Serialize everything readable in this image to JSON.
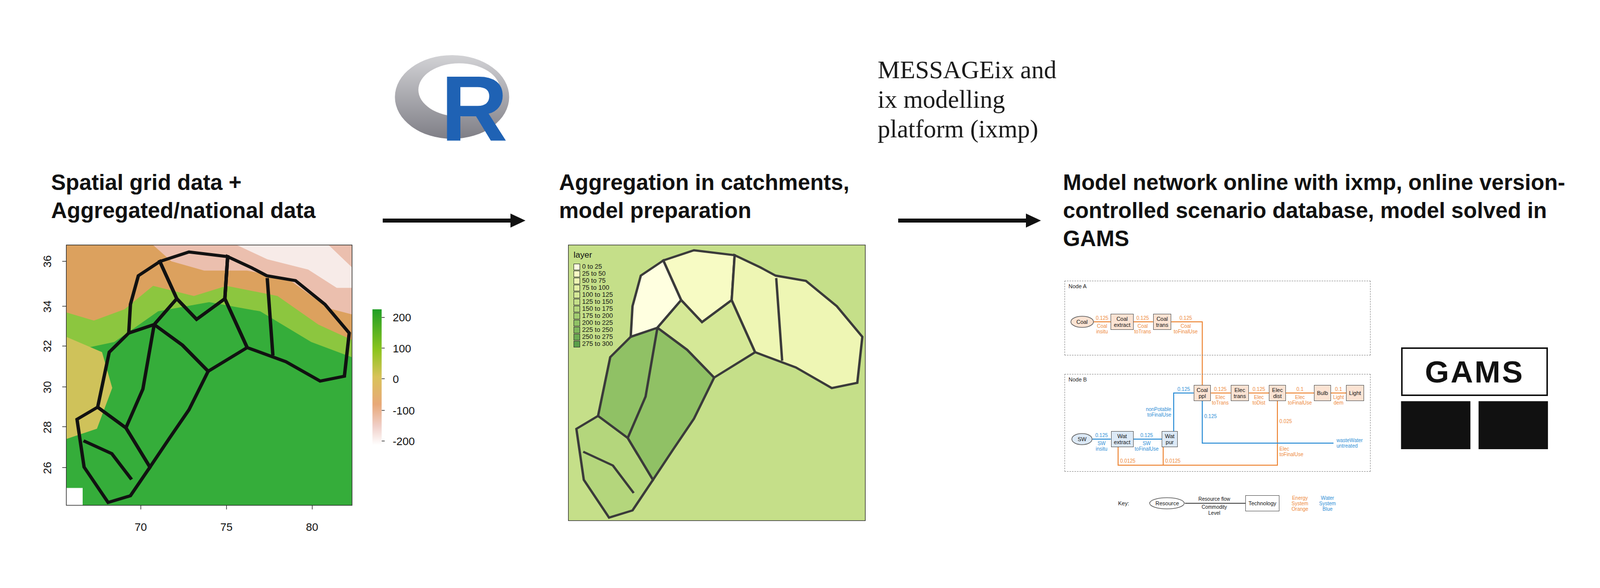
{
  "diagram": {
    "nodes": [
      {
        "text": [
          "Spatial grid data + Aggregated/national data"
        ]
      },
      {
        "text": [
          "Aggregation in catchments, model preparation"
        ]
      },
      {
        "text": [
          "Model network online with ixmp, online version-controlled scenario database, model solved in GAMS"
        ]
      },
      {
        "text": [
          "Node A"
        ],
        "in": 2
      },
      {
        "text": [
          "Coal"
        ],
        "in": 3
      },
      {
        "text": [
          "Coal extract"
        ],
        "in": 3
      },
      {
        "text": [
          "Coal trans"
        ],
        "in": 3
      },
      {
        "text": [
          "Node B"
        ],
        "in": 2
      },
      {
        "text": [
          "Coal ppl"
        ],
        "in": 7
      },
      {
        "text": [
          "Elec trans"
        ],
        "in": 7
      },
      {
        "text": [
          "Elec dist"
        ],
        "in": 7
      },
      {
        "text": [
          "Bulb"
        ],
        "in": 7
      },
      {
        "text": [
          "Light"
        ],
        "in": 7
      },
      {
        "text": [
          "SW"
        ],
        "in": 7
      },
      {
        "text": [
          "Wat extract"
        ],
        "in": 7
      },
      {
        "text": [
          "Wat pur"
        ],
        "in": 7
      },
      {
        "text": [
          "Resource"
        ],
        "in": 2
      },
      {
        "text": [
          "Technology"
        ],
        "in": 2
      },
      {
        "text": [
          "GAMS"
        ],
        "in": 2
      }
    ],
    "edges": [
      {
        "from": 0,
        "to": 1,
        "arrow": "to"
      },
      {
        "from": 1,
        "to": 2,
        "arrow": "to"
      },
      {
        "from": 4,
        "to": 5,
        "arrow": "none"
      },
      {
        "from": 5,
        "to": 6,
        "arrow": "none"
      },
      {
        "from": 6,
        "to": 8,
        "arrow": "none"
      },
      {
        "from": 8,
        "to": 9,
        "arrow": "none"
      },
      {
        "from": 9,
        "to": 10,
        "arrow": "none"
      },
      {
        "from": 10,
        "to": 11,
        "arrow": "none"
      },
      {
        "from": 11,
        "to": 12,
        "arrow": "none"
      },
      {
        "from": 13,
        "to": 14,
        "arrow": "none"
      },
      {
        "from": 14,
        "to": 15,
        "arrow": "none"
      },
      {
        "from": 15,
        "to": 8,
        "arrow": "none"
      },
      {
        "from": 10,
        "to": 14,
        "arrow": "none"
      },
      {
        "from": 10,
        "to": 15,
        "arrow": "none"
      },
      {
        "from": 16,
        "to": 17,
        "arrow": "none"
      }
    ],
    "labels": [
      "R",
      "MESSAGEix and ix modelling platform (ixmp)",
      "36",
      "34",
      "32",
      "30",
      "28",
      "26",
      "70",
      "75",
      "80",
      "200",
      "100",
      "0",
      "-100",
      "-200",
      "layer",
      "0.125",
      "Coal insitu",
      "0.125",
      "Coal toTrans",
      "0.125",
      "Coal toFinalUse",
      "0.125",
      "nonPotable toFinalUse",
      "0.125",
      "0.125",
      "Elec toTrans",
      "0.125",
      "Elec toDist",
      "0.1",
      "Elec toFinalUse",
      "0.1",
      "Light dem",
      "0.025",
      "Elec toFinalUse",
      "wasteWater untreated",
      "0.125",
      "SW insitu",
      "0.125",
      "SW toFinalUse",
      "0.0125",
      "0.0125",
      "Key:",
      "Resource flow",
      "Commodity",
      "Level",
      "Energy System Orange",
      "Water System Blue"
    ],
    "legend": [
      {
        "text": "0 to 25",
        "color": "#ffffe0"
      },
      {
        "text": "25 to 50",
        "color": "#f7fbc4"
      },
      {
        "text": "50 to 75",
        "color": "#eef6b4"
      },
      {
        "text": "75 to 100",
        "color": "#e3f0a5"
      },
      {
        "text": "100 to 125",
        "color": "#d5e897"
      },
      {
        "text": "125 to 150",
        "color": "#c5df89"
      },
      {
        "text": "150 to 175",
        "color": "#b4d67c"
      },
      {
        "text": "175 to 200",
        "color": "#a2cc70"
      },
      {
        "text": "200 to 225",
        "color": "#90c165"
      },
      {
        "text": "225 to 250",
        "color": "#7eb65b"
      },
      {
        "text": "250 to 275",
        "color": "#6cab52"
      },
      {
        "text": "275 to 300",
        "color": "#5a9f49"
      }
    ]
  }
}
